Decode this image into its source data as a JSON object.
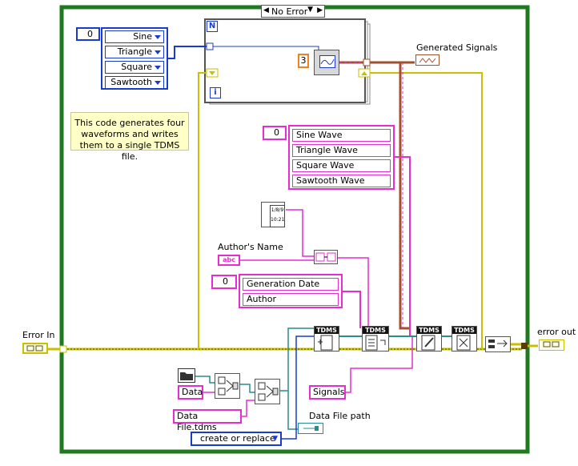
{
  "case_selector": {
    "label": "No Error"
  },
  "comment": "This code generates four waveforms and writes them to a single TDMS file.",
  "waveform_enum": {
    "index": "0",
    "items": [
      "Sine",
      "Triangle",
      "Square",
      "Sawtooth"
    ]
  },
  "for_loop": {
    "count_terminal": "N",
    "iteration_terminal": "i",
    "constant": "3"
  },
  "channel_names": {
    "index": "0",
    "items": [
      "Sine Wave",
      "Triangle Wave",
      "Square Wave",
      "Sawtooth Wave"
    ]
  },
  "property_names": {
    "index": "0",
    "items": [
      "Generation Date",
      "Author"
    ]
  },
  "labels": {
    "generated_signals": "Generated Signals",
    "authors_name": "Author's Name",
    "error_in": "Error In",
    "error_out": "error out",
    "data_file_path": "Data File path"
  },
  "string_constants": {
    "group_name": "Signals",
    "folder": "Data",
    "file_name": "Data File.tdms",
    "operation": "create or replace"
  },
  "tdms_nodes": [
    "TDMS",
    "TDMS",
    "TDMS",
    "TDMS"
  ],
  "abc_text": "abc",
  "date_text": {
    "line1": "1/8/9",
    "line2": "10:21"
  },
  "colors": {
    "case_border": "#1f7a1f",
    "error_wire": "#c8c000",
    "enum_wire": "#1a3ccc",
    "string_wire": "#e52ed0",
    "path_wire": "#2a8c8c",
    "waveform_wire": "#a0522d",
    "loop_border": "#8c8c8c",
    "comment_bg": "#ffffc8"
  }
}
